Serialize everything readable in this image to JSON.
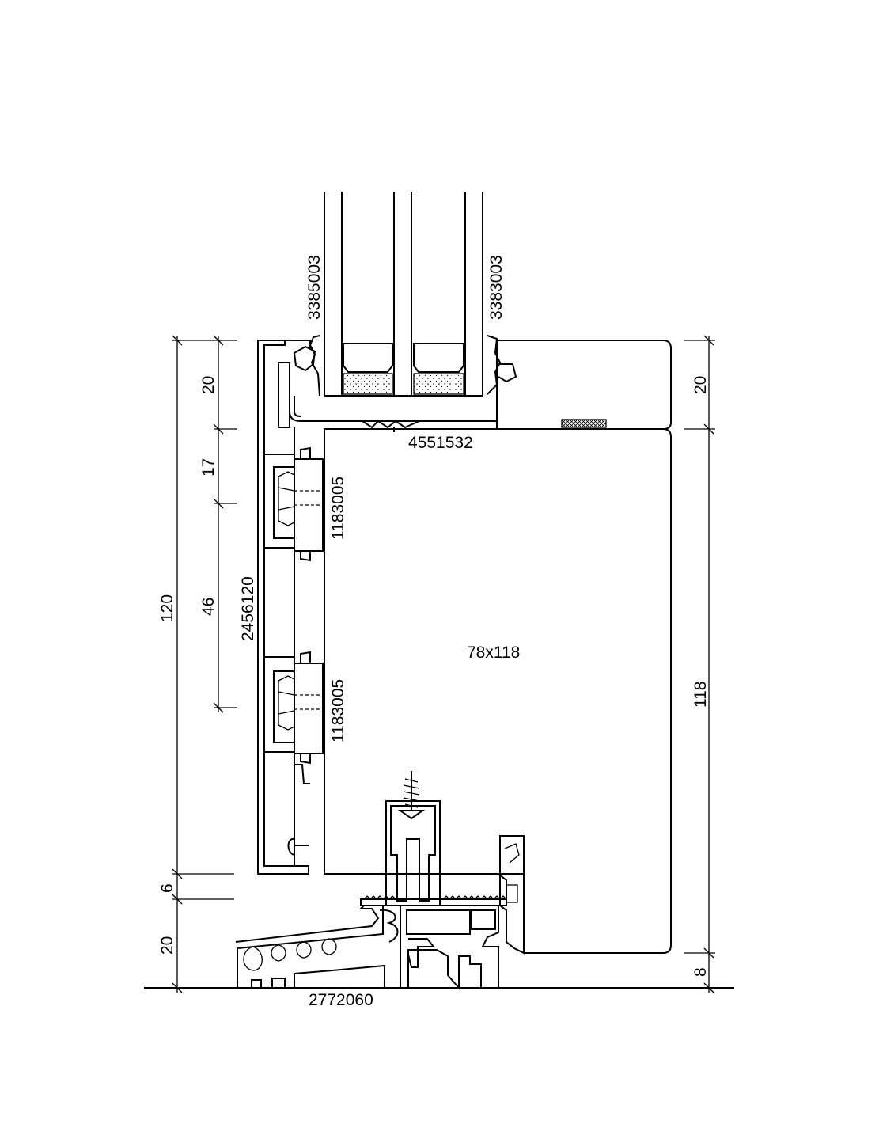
{
  "drawing": {
    "profiles": {
      "glazing_bead_left": "3385003",
      "glazing_bead_right": "3383003",
      "gasket": "4551532",
      "screw_connector_upper": "1183005",
      "screw_connector_lower": "1183005",
      "mullion_profile": "2456120",
      "sill_profile": "2772060",
      "timber_section": "78x118"
    },
    "dimensions_left": {
      "overall": "120",
      "glass_zone": "20",
      "upper_offset": "17",
      "connector_spacing": "46",
      "gap": "6",
      "sill_height": "20"
    },
    "dimensions_right": {
      "glass_zone": "20",
      "timber_height": "118",
      "base": "8"
    }
  }
}
